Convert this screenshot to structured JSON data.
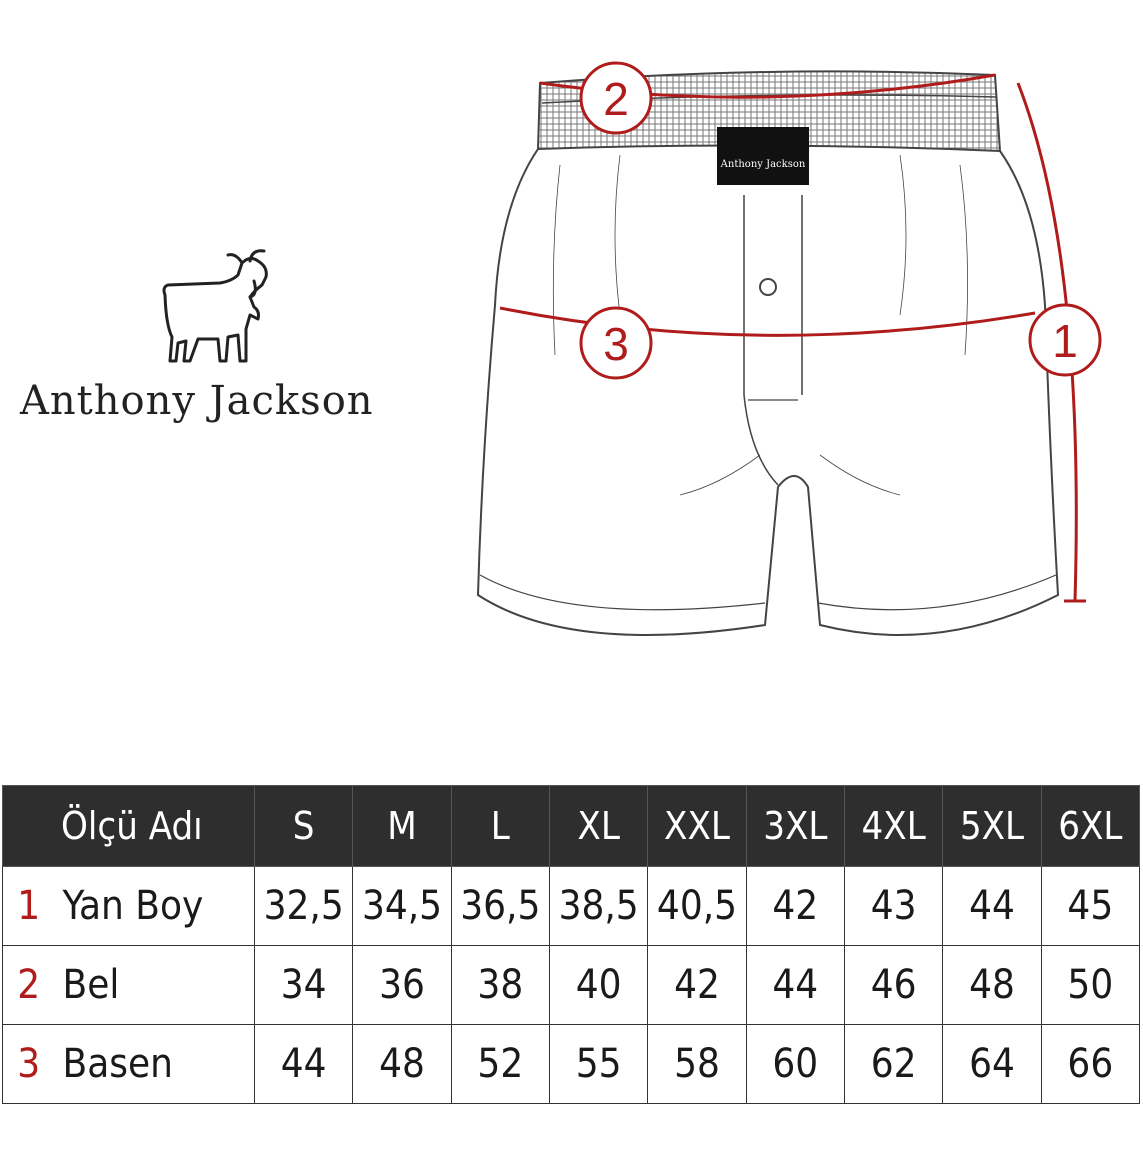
{
  "brand": {
    "name": "Anthony Jackson",
    "tag_line1": "Anthony",
    "tag_line2": "Jackson"
  },
  "colors": {
    "accent_red": "#b01c1c",
    "header_bg": "#2e2e2e",
    "line_art": "#444444"
  },
  "markers": [
    "1",
    "2",
    "3"
  ],
  "table": {
    "header": [
      "Ölçü Adı",
      "S",
      "M",
      "L",
      "XL",
      "XXL",
      "3XL",
      "4XL",
      "5XL",
      "6XL"
    ],
    "rows": [
      {
        "num": "1",
        "name": "Yan Boy",
        "values": [
          "32,5",
          "34,5",
          "36,5",
          "38,5",
          "40,5",
          "42",
          "43",
          "44",
          "45"
        ]
      },
      {
        "num": "2",
        "name": "Bel",
        "values": [
          "34",
          "36",
          "38",
          "40",
          "42",
          "44",
          "46",
          "48",
          "50"
        ]
      },
      {
        "num": "3",
        "name": "Basen",
        "values": [
          "44",
          "48",
          "52",
          "55",
          "58",
          "60",
          "62",
          "64",
          "66"
        ]
      }
    ]
  }
}
